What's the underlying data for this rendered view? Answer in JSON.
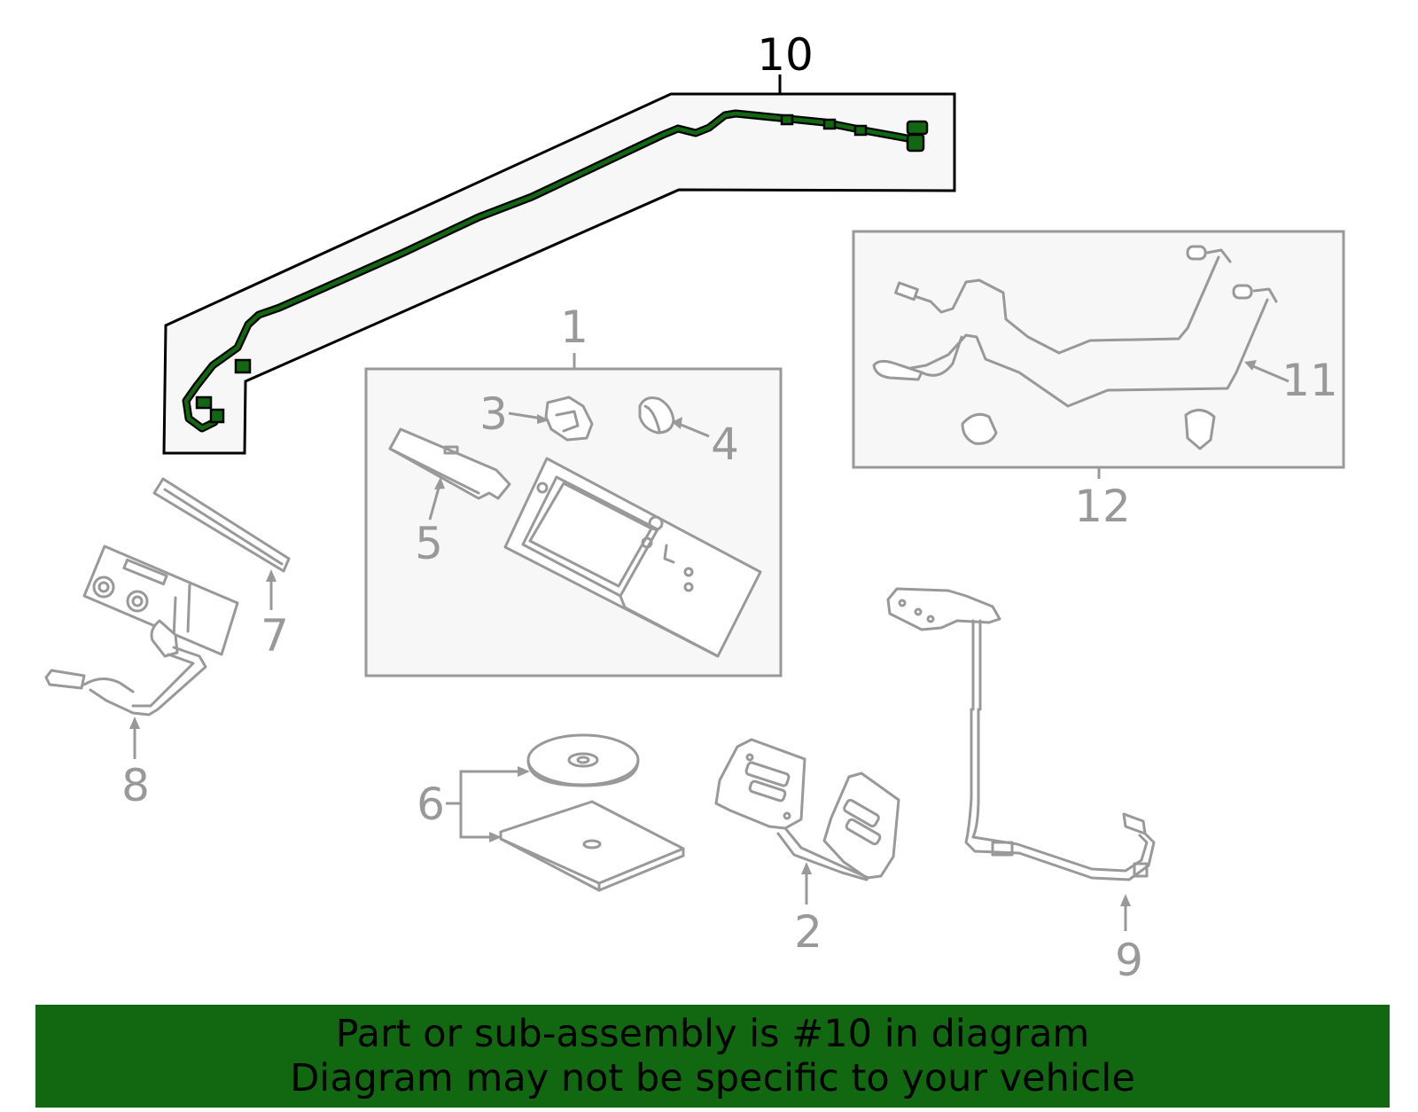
{
  "diagram": {
    "highlighted_part": "10",
    "highlight_color": "#116811",
    "muted_color": "#999999",
    "callouts": {
      "c1": "1",
      "c2": "2",
      "c3": "3",
      "c4": "4",
      "c5": "5",
      "c6": "6",
      "c7": "7",
      "c8": "8",
      "c9": "9",
      "c10": "10",
      "c11": "11",
      "c12": "12"
    }
  },
  "banner": {
    "line1": "Part or sub-assembly is #10 in diagram",
    "line2": "Diagram may not be specific to your vehicle",
    "background": "#116811"
  }
}
